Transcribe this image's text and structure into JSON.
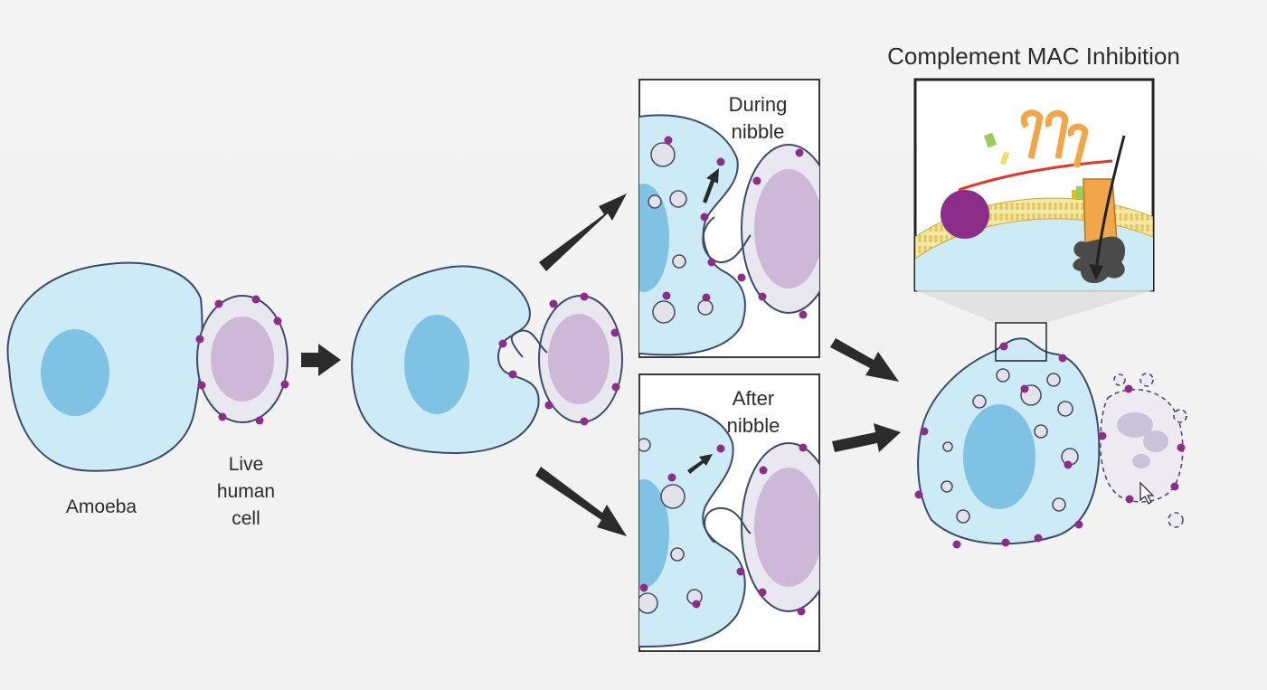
{
  "labels": {
    "amoeba": "Amoeba",
    "live_human_cell": [
      "Live",
      "human",
      "cell"
    ],
    "during_nibble": [
      "During",
      "nibble"
    ],
    "after_nibble": [
      "After",
      "nibble"
    ],
    "complement_title": "Complement MAC Inhibition"
  },
  "colors": {
    "amoeba_fill": "#cdebf6",
    "amoeba_nucleus": "#7fc2e4",
    "human_cell_fill": "#e9e7ef",
    "human_nucleus": "#cdb8d8",
    "surface_protein": "#8a2e8a",
    "arrow": "#2b2b2b"
  },
  "icons": [
    "arrow-right-icon",
    "mouse-cursor-icon"
  ]
}
